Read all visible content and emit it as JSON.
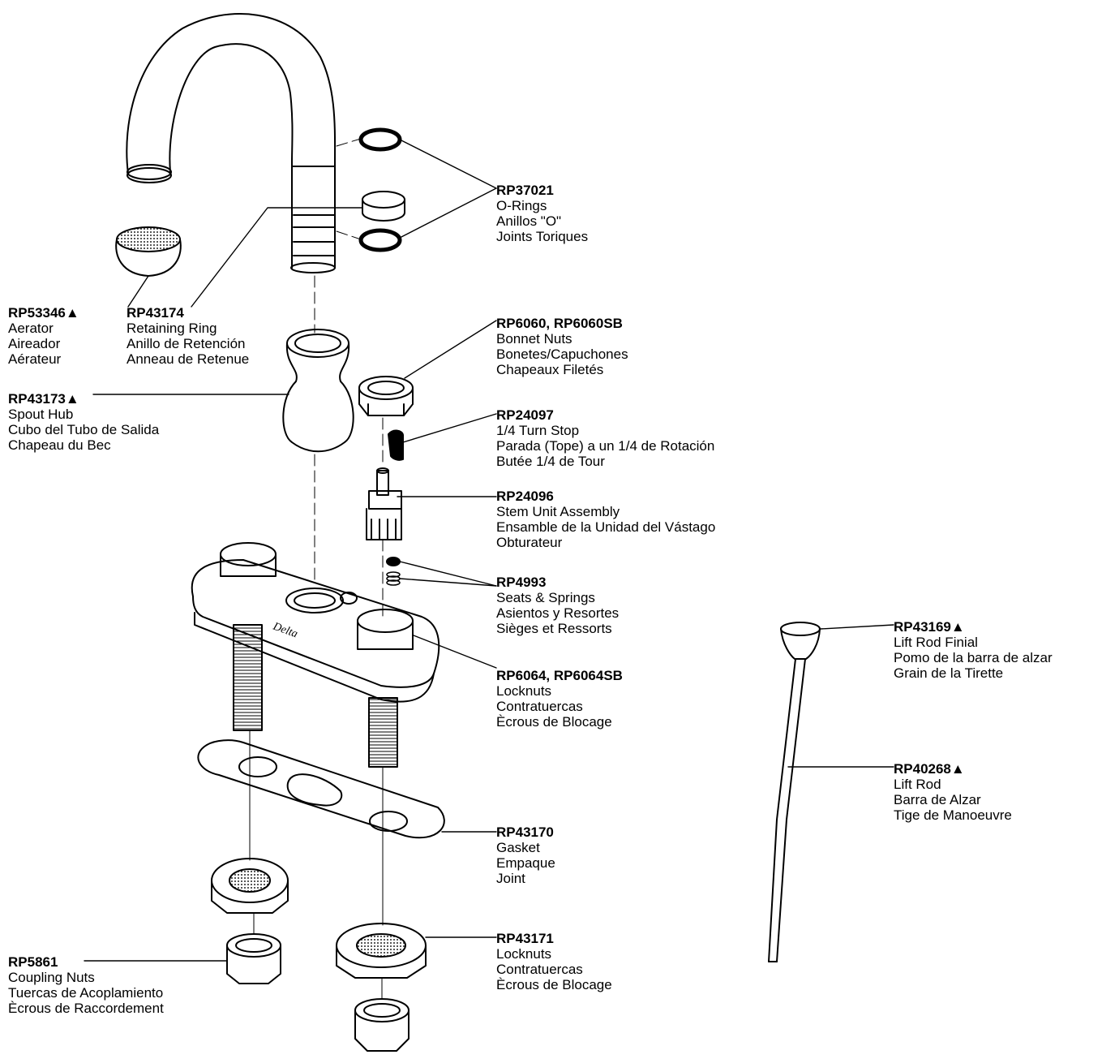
{
  "labels": {
    "rp37021": {
      "part": "RP37021",
      "lines": [
        "O-Rings",
        "Anillos \"O\"",
        "Joints Toriques"
      ]
    },
    "rp53346": {
      "part": "RP53346▲",
      "lines": [
        "Aerator",
        "Aireador",
        "Aérateur"
      ]
    },
    "rp43174": {
      "part": "RP43174",
      "lines": [
        "Retaining Ring",
        "Anillo de Retención",
        "Anneau de Retenue"
      ]
    },
    "rp6060": {
      "part": "RP6060, RP6060SB",
      "lines": [
        "Bonnet Nuts",
        "Bonetes/Capuchones",
        "Chapeaux Filetés"
      ]
    },
    "rp43173": {
      "part": "RP43173▲",
      "lines": [
        "Spout Hub",
        "Cubo del Tubo de Salida",
        "Chapeau du Bec"
      ]
    },
    "rp24097": {
      "part": "RP24097",
      "lines": [
        "1/4 Turn Stop",
        "Parada (Tope) a un 1/4 de Rotación",
        "Butée 1/4 de Tour"
      ]
    },
    "rp24096": {
      "part": "RP24096",
      "lines": [
        "Stem Unit Assembly",
        "Ensamble de la Unidad del Vástago",
        "Obturateur"
      ]
    },
    "rp4993": {
      "part": "RP4993",
      "lines": [
        "Seats & Springs",
        "Asientos y Resortes",
        "Sièges et Ressorts"
      ]
    },
    "rp43169": {
      "part": "RP43169▲",
      "lines": [
        "Lift Rod Finial",
        "Pomo de la barra de alzar",
        "Grain de la Tirette"
      ]
    },
    "rp6064": {
      "part": "RP6064, RP6064SB",
      "lines": [
        "Locknuts",
        "Contratuercas",
        "Ècrous de Blocage"
      ]
    },
    "rp40268": {
      "part": "RP40268▲",
      "lines": [
        "Lift Rod",
        "Barra de Alzar",
        "Tige de Manoeuvre"
      ]
    },
    "rp43170": {
      "part": "RP43170",
      "lines": [
        "Gasket",
        "Empaque",
        "Joint"
      ]
    },
    "rp5861": {
      "part": "RP5861",
      "lines": [
        "Coupling Nuts",
        "Tuercas de Acoplamiento",
        "Ècrous de Raccordement"
      ]
    },
    "rp43171": {
      "part": "RP43171",
      "lines": [
        "Locknuts",
        "Contratuercas",
        "Ècrous de Blocage"
      ]
    }
  },
  "base_logo": "Delta"
}
